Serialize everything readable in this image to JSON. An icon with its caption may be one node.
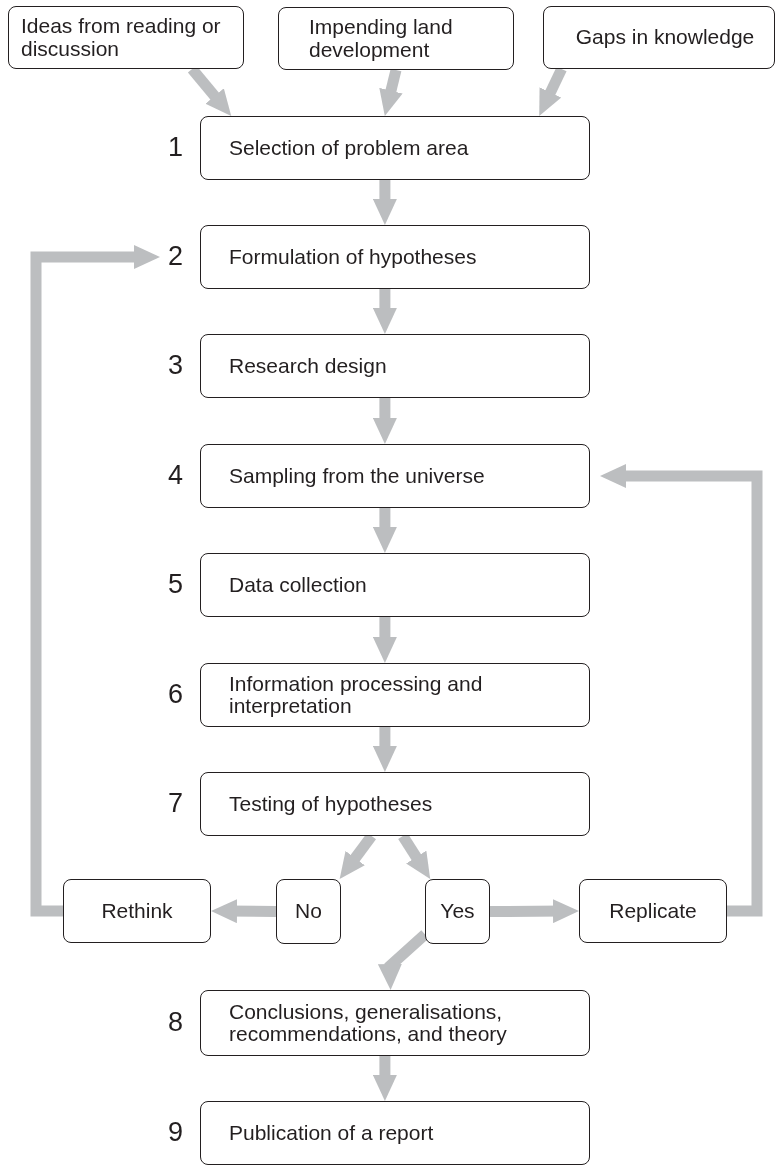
{
  "diagram": {
    "nodes": [
      {
        "text": [
          "Ideas from reading or discussion"
        ]
      },
      {
        "text": [
          "Impending land development"
        ]
      },
      {
        "text": [
          "Gaps in knowledge"
        ]
      },
      {
        "text": [
          "Selection of problem area"
        ],
        "beside": [
          "1"
        ]
      },
      {
        "text": [
          "Formulation of hypotheses"
        ],
        "beside": [
          "2"
        ]
      },
      {
        "text": [
          "Research design"
        ],
        "beside": [
          "3"
        ]
      },
      {
        "text": [
          "Sampling from the universe"
        ],
        "beside": [
          "4"
        ]
      },
      {
        "text": [
          "Data collection"
        ],
        "beside": [
          "5"
        ]
      },
      {
        "text": [
          "Information processing and interpretation"
        ],
        "beside": [
          "6"
        ]
      },
      {
        "text": [
          "Testing of hypotheses"
        ],
        "beside": [
          "7"
        ]
      },
      {
        "text": [
          "Rethink"
        ]
      },
      {
        "text": [
          "No"
        ]
      },
      {
        "text": [
          "Yes"
        ]
      },
      {
        "text": [
          "Replicate"
        ]
      },
      {
        "text": [
          "Conclusions, generalisations, recommendations, and theory"
        ],
        "beside": [
          "8"
        ]
      },
      {
        "text": [
          "Publication of a report"
        ],
        "beside": [
          "9"
        ]
      }
    ],
    "edges": [
      {
        "from": 0,
        "to": 3,
        "arrow": "to"
      },
      {
        "from": 1,
        "to": 3,
        "arrow": "to"
      },
      {
        "from": 2,
        "to": 3,
        "arrow": "to"
      },
      {
        "from": 3,
        "to": 4,
        "arrow": "to"
      },
      {
        "from": 4,
        "to": 5,
        "arrow": "to"
      },
      {
        "from": 5,
        "to": 6,
        "arrow": "to"
      },
      {
        "from": 6,
        "to": 7,
        "arrow": "to"
      },
      {
        "from": 7,
        "to": 8,
        "arrow": "to"
      },
      {
        "from": 8,
        "to": 9,
        "arrow": "to"
      },
      {
        "from": 9,
        "to": 11,
        "arrow": "to"
      },
      {
        "from": 9,
        "to": 12,
        "arrow": "to"
      },
      {
        "from": 11,
        "to": 10,
        "arrow": "to"
      },
      {
        "from": 10,
        "to": 4,
        "arrow": "to"
      },
      {
        "from": 12,
        "to": 13,
        "arrow": "to"
      },
      {
        "from": 13,
        "to": 6,
        "arrow": "to"
      },
      {
        "from": 12,
        "to": 14,
        "arrow": "to"
      },
      {
        "from": 14,
        "to": 15,
        "arrow": "to"
      }
    ]
  }
}
